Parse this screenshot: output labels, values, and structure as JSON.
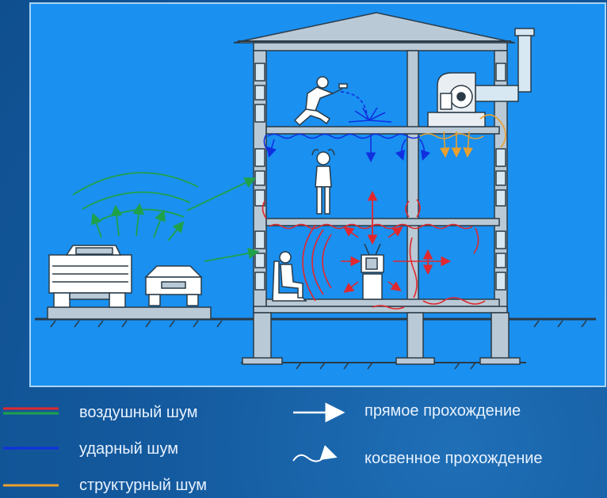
{
  "legend": {
    "airborne": {
      "label": "воздушный шум",
      "colors": [
        "#e0282e",
        "#1fa14a"
      ]
    },
    "impact": {
      "label": "ударный шум",
      "color": "#1030e0"
    },
    "structural": {
      "label": "структурный шум",
      "color": "#e8a030"
    },
    "direct": {
      "label": "прямое прохождение",
      "color": "#ffffff"
    },
    "indirect": {
      "label": "косвенное прохождение",
      "color": "#ffffff"
    }
  },
  "colors": {
    "panel": "#1a90f0",
    "frame": "#b9c9d6",
    "wall": "#9aa6ae",
    "outline": "#2a3a46",
    "red": "#e0282e",
    "green": "#1fa14a",
    "blue": "#1030e0",
    "orange": "#e8a030"
  },
  "icons": [
    "house-icon",
    "truck-icon",
    "car-icon",
    "worker-icon",
    "person-icon",
    "seated-person-icon",
    "tv-icon",
    "fan-unit-icon"
  ]
}
